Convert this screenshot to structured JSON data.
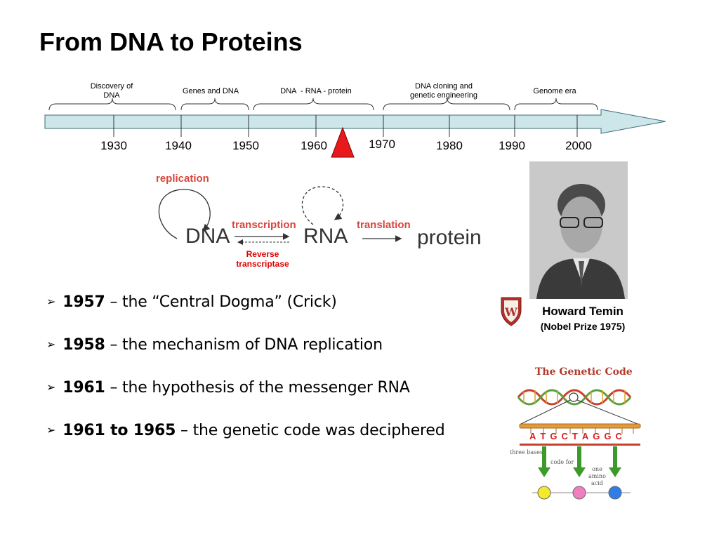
{
  "slide": {
    "title": "From DNA to Proteins"
  },
  "timeline": {
    "eras": [
      {
        "label": "Discovery of\nDNA"
      },
      {
        "label": "Genes and DNA"
      },
      {
        "label": "DNA  - RNA - protein"
      },
      {
        "label": "DNA  cloning and\ngenetic engineering"
      },
      {
        "label": "Genome era"
      }
    ],
    "years": [
      "1930",
      "1940",
      "1950",
      "1960",
      "1970",
      "1980",
      "1990",
      "2000"
    ],
    "colors": {
      "bar": "#cde6ea",
      "marker": "#e8191c"
    }
  },
  "dogma": {
    "replication": "replication",
    "dna": "DNA",
    "transcription": "transcription",
    "rna": "RNA",
    "translation": "translation",
    "protein": "protein",
    "reverse": "Reverse\ntranscriptase"
  },
  "person": {
    "name": "Howard Temin",
    "prize": "(Nobel Prize 1975)",
    "logo_icon": "uw-crest-icon"
  },
  "bullets": [
    {
      "year": "1957",
      "text": " – the “Central Dogma”  (Crick)"
    },
    {
      "year": "1958",
      "text": " – the mechanism of DNA replication"
    },
    {
      "year": "1961",
      "text": " – the hypothesis of the messenger RNA"
    },
    {
      "year": "1961 to 1965",
      "text": " – the genetic code was deciphered"
    }
  ],
  "genetic_code": {
    "title": "The Genetic Code",
    "bases": [
      "A",
      "T",
      "G",
      "C",
      "T",
      "A",
      "G",
      "G",
      "C"
    ],
    "three_bases": "three bases",
    "code_for": "code for",
    "one_amino_acid": "one\namino\nacid",
    "amino_colors": [
      "#f4ea2a",
      "#f07fc0",
      "#2f7ee8"
    ]
  }
}
